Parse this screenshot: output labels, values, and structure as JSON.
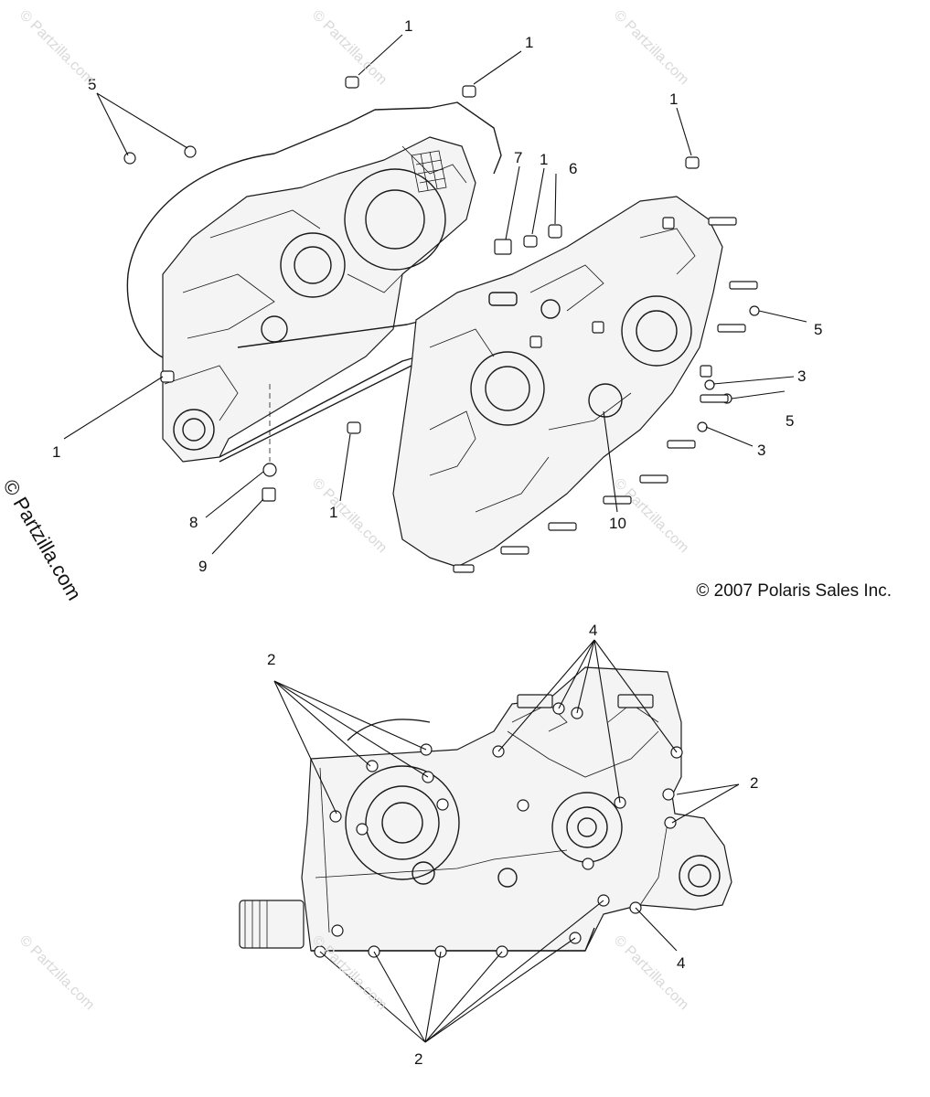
{
  "diagram": {
    "copyright": "© 2007 Polaris Sales Inc.",
    "watermark": "© Partzilla.com",
    "side_watermark": "© Partzilla.com",
    "callouts": {
      "top_1a": "1",
      "top_1b": "1",
      "top_1c": "1",
      "top_1d": "1",
      "top_1e": "1",
      "top_1f": "1",
      "top_5a": "5",
      "top_5b": "5",
      "top_5c": "5",
      "top_3a": "3",
      "top_3b": "3",
      "top_6": "6",
      "top_7": "7",
      "top_8": "8",
      "top_9": "9",
      "top_10": "10",
      "bottom_2a": "2",
      "bottom_2b": "2",
      "bottom_2c": "2",
      "bottom_4a": "4",
      "bottom_4b": "4"
    }
  }
}
